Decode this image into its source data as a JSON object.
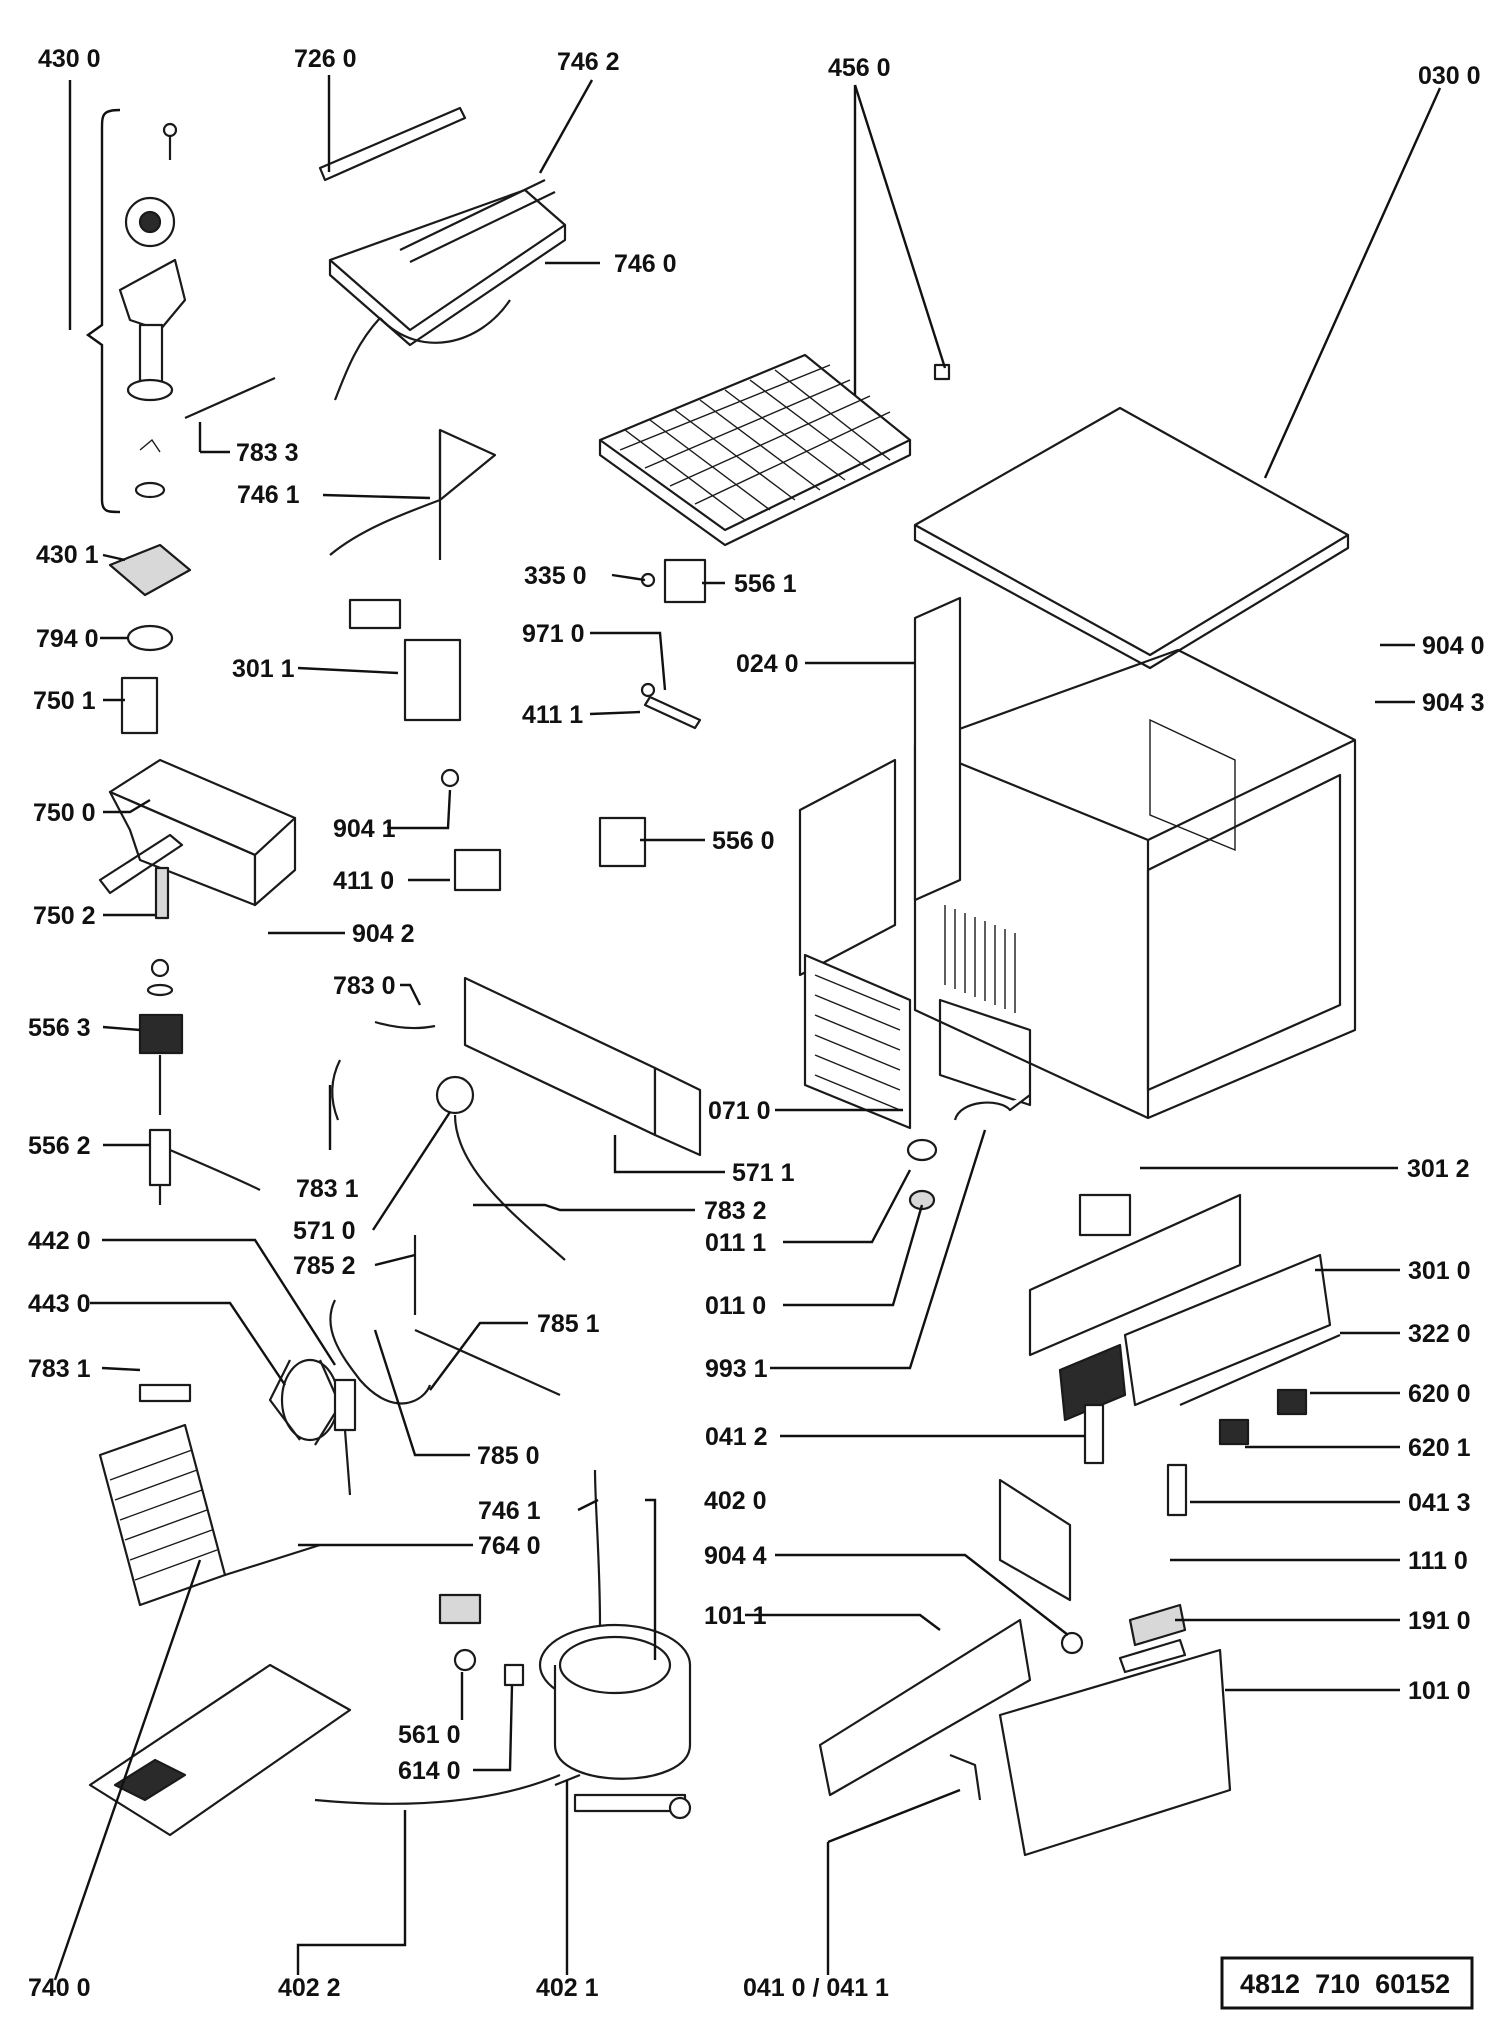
{
  "document_number": "4812  710  60152",
  "labels": {
    "p4300": "430 0",
    "p7260": "726 0",
    "p7462": "746 2",
    "p4560": "456 0",
    "p0300": "030 0",
    "p7460": "746 0",
    "p7833": "783 3",
    "p7461a": "746 1",
    "p4301": "430 1",
    "p3350": "335 0",
    "p5561": "556 1",
    "p7940": "794 0",
    "p9710": "971 0",
    "p0240": "024 0",
    "p9040": "904 0",
    "p9043": "904 3",
    "p3011": "301 1",
    "p7501": "750 1",
    "p4111": "411 1",
    "p7500": "750 0",
    "p9041": "904 1",
    "p5560": "556 0",
    "p4110": "411 0",
    "p7502": "750 2",
    "p9042": "904 2",
    "p7830": "783 0",
    "p5563": "556 3",
    "p0710": "071 0",
    "p5562": "556 2",
    "p5711": "571 1",
    "p7831a": "783 1",
    "p3012": "301 2",
    "p7832": "783 2",
    "p5710": "571 0",
    "p0111": "011 1",
    "p4420": "442 0",
    "p7852": "785 2",
    "p3010": "301 0",
    "p0110": "011 0",
    "p4430": "443 0",
    "p7851": "785 1",
    "p3220": "322 0",
    "p7831b": "783 1",
    "p9931": "993 1",
    "p6200": "620 0",
    "p0412": "041 2",
    "p6201": "620 1",
    "p7850": "785 0",
    "p0413": "041 3",
    "p7461b": "746 1",
    "p4020": "402 0",
    "p7640": "764 0",
    "p9044": "904 4",
    "p1110": "111 0",
    "p1011": "101 1",
    "p1910": "191 0",
    "p1010": "101 0",
    "p5610": "561 0",
    "p6140": "614 0",
    "p7400": "740 0",
    "p4022": "402  2",
    "p4021": "402 1",
    "p0410": "041 0 / 041 1"
  }
}
